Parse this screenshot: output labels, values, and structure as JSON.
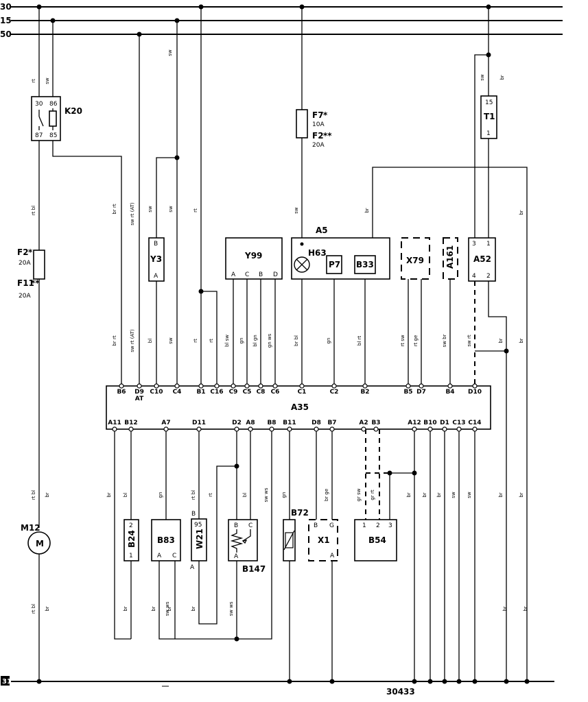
{
  "rails": {
    "r30": "30",
    "r15": "15",
    "r50": "50",
    "r31": "31"
  },
  "watermark": "",
  "diagram_number": "30433",
  "components": {
    "K20": {
      "name": "K20",
      "pins": [
        "30",
        "86",
        "87",
        "85"
      ]
    },
    "F7": {
      "name": "F7",
      "mark": "*",
      "rating": "10A"
    },
    "F2_top": {
      "name": "F2",
      "mark": "**",
      "rating": "20A"
    },
    "T1": {
      "name": "T1",
      "pins": [
        "15",
        "1"
      ]
    },
    "F2_left": {
      "name": "F2",
      "mark": "*",
      "rating": "20A"
    },
    "F11": {
      "name": "F11",
      "mark": "**",
      "rating": "20A"
    },
    "Y3": {
      "name": "Y3",
      "pins": [
        "B",
        "A"
      ]
    },
    "Y99": {
      "name": "Y99",
      "pins": [
        "A",
        "C",
        "B",
        "D"
      ]
    },
    "A5": {
      "name": "A5",
      "sub": [
        "H63",
        "P7",
        "B33"
      ]
    },
    "X79": {
      "name": "X79"
    },
    "A161": {
      "name": "A161"
    },
    "A52": {
      "name": "A52",
      "pins": [
        "3",
        "1",
        "4",
        "2"
      ]
    },
    "A35": {
      "name": "A35"
    },
    "M12": {
      "name": "M12",
      "symbol": "M"
    },
    "B24": {
      "name": "B24",
      "pins": [
        "2",
        "1"
      ]
    },
    "B83": {
      "name": "B83",
      "pins": [
        "A",
        "C"
      ]
    },
    "W21": {
      "name": "W21",
      "pins": [
        "B",
        "95",
        "A"
      ]
    },
    "B147": {
      "name": "B147",
      "pins": [
        "B",
        "C",
        "A"
      ]
    },
    "B72": {
      "name": "B72"
    },
    "X1": {
      "name": "X1",
      "pins": [
        "B",
        "G",
        "A"
      ]
    },
    "B54": {
      "name": "B54",
      "pins": [
        "1",
        "2",
        "3"
      ]
    }
  },
  "a35_top_pins": [
    {
      "label": "B6"
    },
    {
      "label": "D9",
      "note": "AT"
    },
    {
      "label": "C10"
    },
    {
      "label": "C4"
    },
    {
      "label": "B1"
    },
    {
      "label": "C16"
    },
    {
      "label": "C9"
    },
    {
      "label": "C5"
    },
    {
      "label": "C8"
    },
    {
      "label": "C6"
    },
    {
      "label": "C1"
    },
    {
      "label": "C2"
    },
    {
      "label": "B2"
    },
    {
      "label": "B5"
    },
    {
      "label": "D7"
    },
    {
      "label": "B4"
    },
    {
      "label": "D10"
    }
  ],
  "a35_bottom_pins": [
    {
      "label": "A11"
    },
    {
      "label": "B12"
    },
    {
      "label": "A7"
    },
    {
      "label": "D11"
    },
    {
      "label": "D2"
    },
    {
      "label": "A8"
    },
    {
      "label": "B8"
    },
    {
      "label": "B11"
    },
    {
      "label": "D8"
    },
    {
      "label": "B7"
    },
    {
      "label": "A2"
    },
    {
      "label": "B3"
    },
    {
      "label": "A12"
    },
    {
      "label": "B10"
    },
    {
      "label": "D1"
    },
    {
      "label": "C13"
    },
    {
      "label": "C14"
    }
  ],
  "wire_colors": [
    "rt",
    "sw",
    "sw",
    "rt bl",
    "br rt",
    "sw rt (AT)",
    "sw",
    "sw",
    "rt",
    "sw",
    "br",
    "sw",
    "br",
    "br",
    "br rt",
    "sw rt (AT)",
    "bl",
    "sw",
    "rt",
    "rt",
    "bl sw",
    "gn",
    "bl gn",
    "gn ws",
    "br bl",
    "gn",
    "bl rt",
    "rt sw",
    "rt ge",
    "sw br",
    "sw rt",
    "br",
    "br",
    "rt bl",
    "br",
    "br",
    "bl",
    "gn",
    "rt bl",
    "rt",
    "bl",
    "sw ws",
    "gn",
    "br ge",
    "gr sw",
    "gr rt",
    "br",
    "br",
    "br",
    "sw",
    "sw",
    "br",
    "br",
    "rt bl",
    "br",
    "br",
    "br",
    "br",
    "sw ws",
    "br",
    "sw ws",
    "br",
    "br"
  ]
}
